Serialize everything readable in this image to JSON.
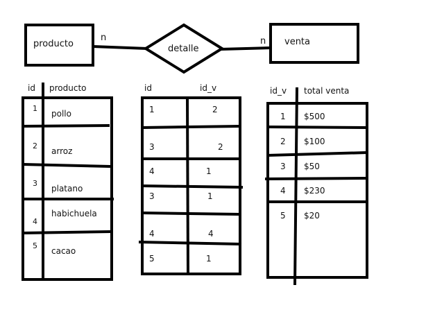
{
  "er": {
    "entity_left": "producto",
    "relationship": "detalle",
    "entity_right": "venta",
    "card_left": "n",
    "card_right": "n"
  },
  "tables": {
    "producto": {
      "headers": [
        "id",
        "producto"
      ],
      "rows": [
        [
          "1",
          "pollo"
        ],
        [
          "2",
          "arroz"
        ],
        [
          "3",
          "platano"
        ],
        [
          "4",
          "habichuela"
        ],
        [
          "5",
          "cacao"
        ]
      ]
    },
    "detalle": {
      "headers": [
        "id",
        "id_v"
      ],
      "rows": [
        [
          "1",
          "2"
        ],
        [
          "3",
          "2"
        ],
        [
          "4",
          "1"
        ],
        [
          "3",
          "1"
        ],
        [
          "4",
          "4"
        ],
        [
          "5",
          "1"
        ]
      ]
    },
    "venta": {
      "headers": [
        "id_v",
        "total venta"
      ],
      "rows": [
        [
          "1",
          "$500"
        ],
        [
          "2",
          "$100"
        ],
        [
          "3",
          "$50"
        ],
        [
          "4",
          "$230"
        ],
        [
          "5",
          "$20"
        ]
      ]
    }
  },
  "colors": {
    "ink": "#000000",
    "background": "#ffffff"
  }
}
